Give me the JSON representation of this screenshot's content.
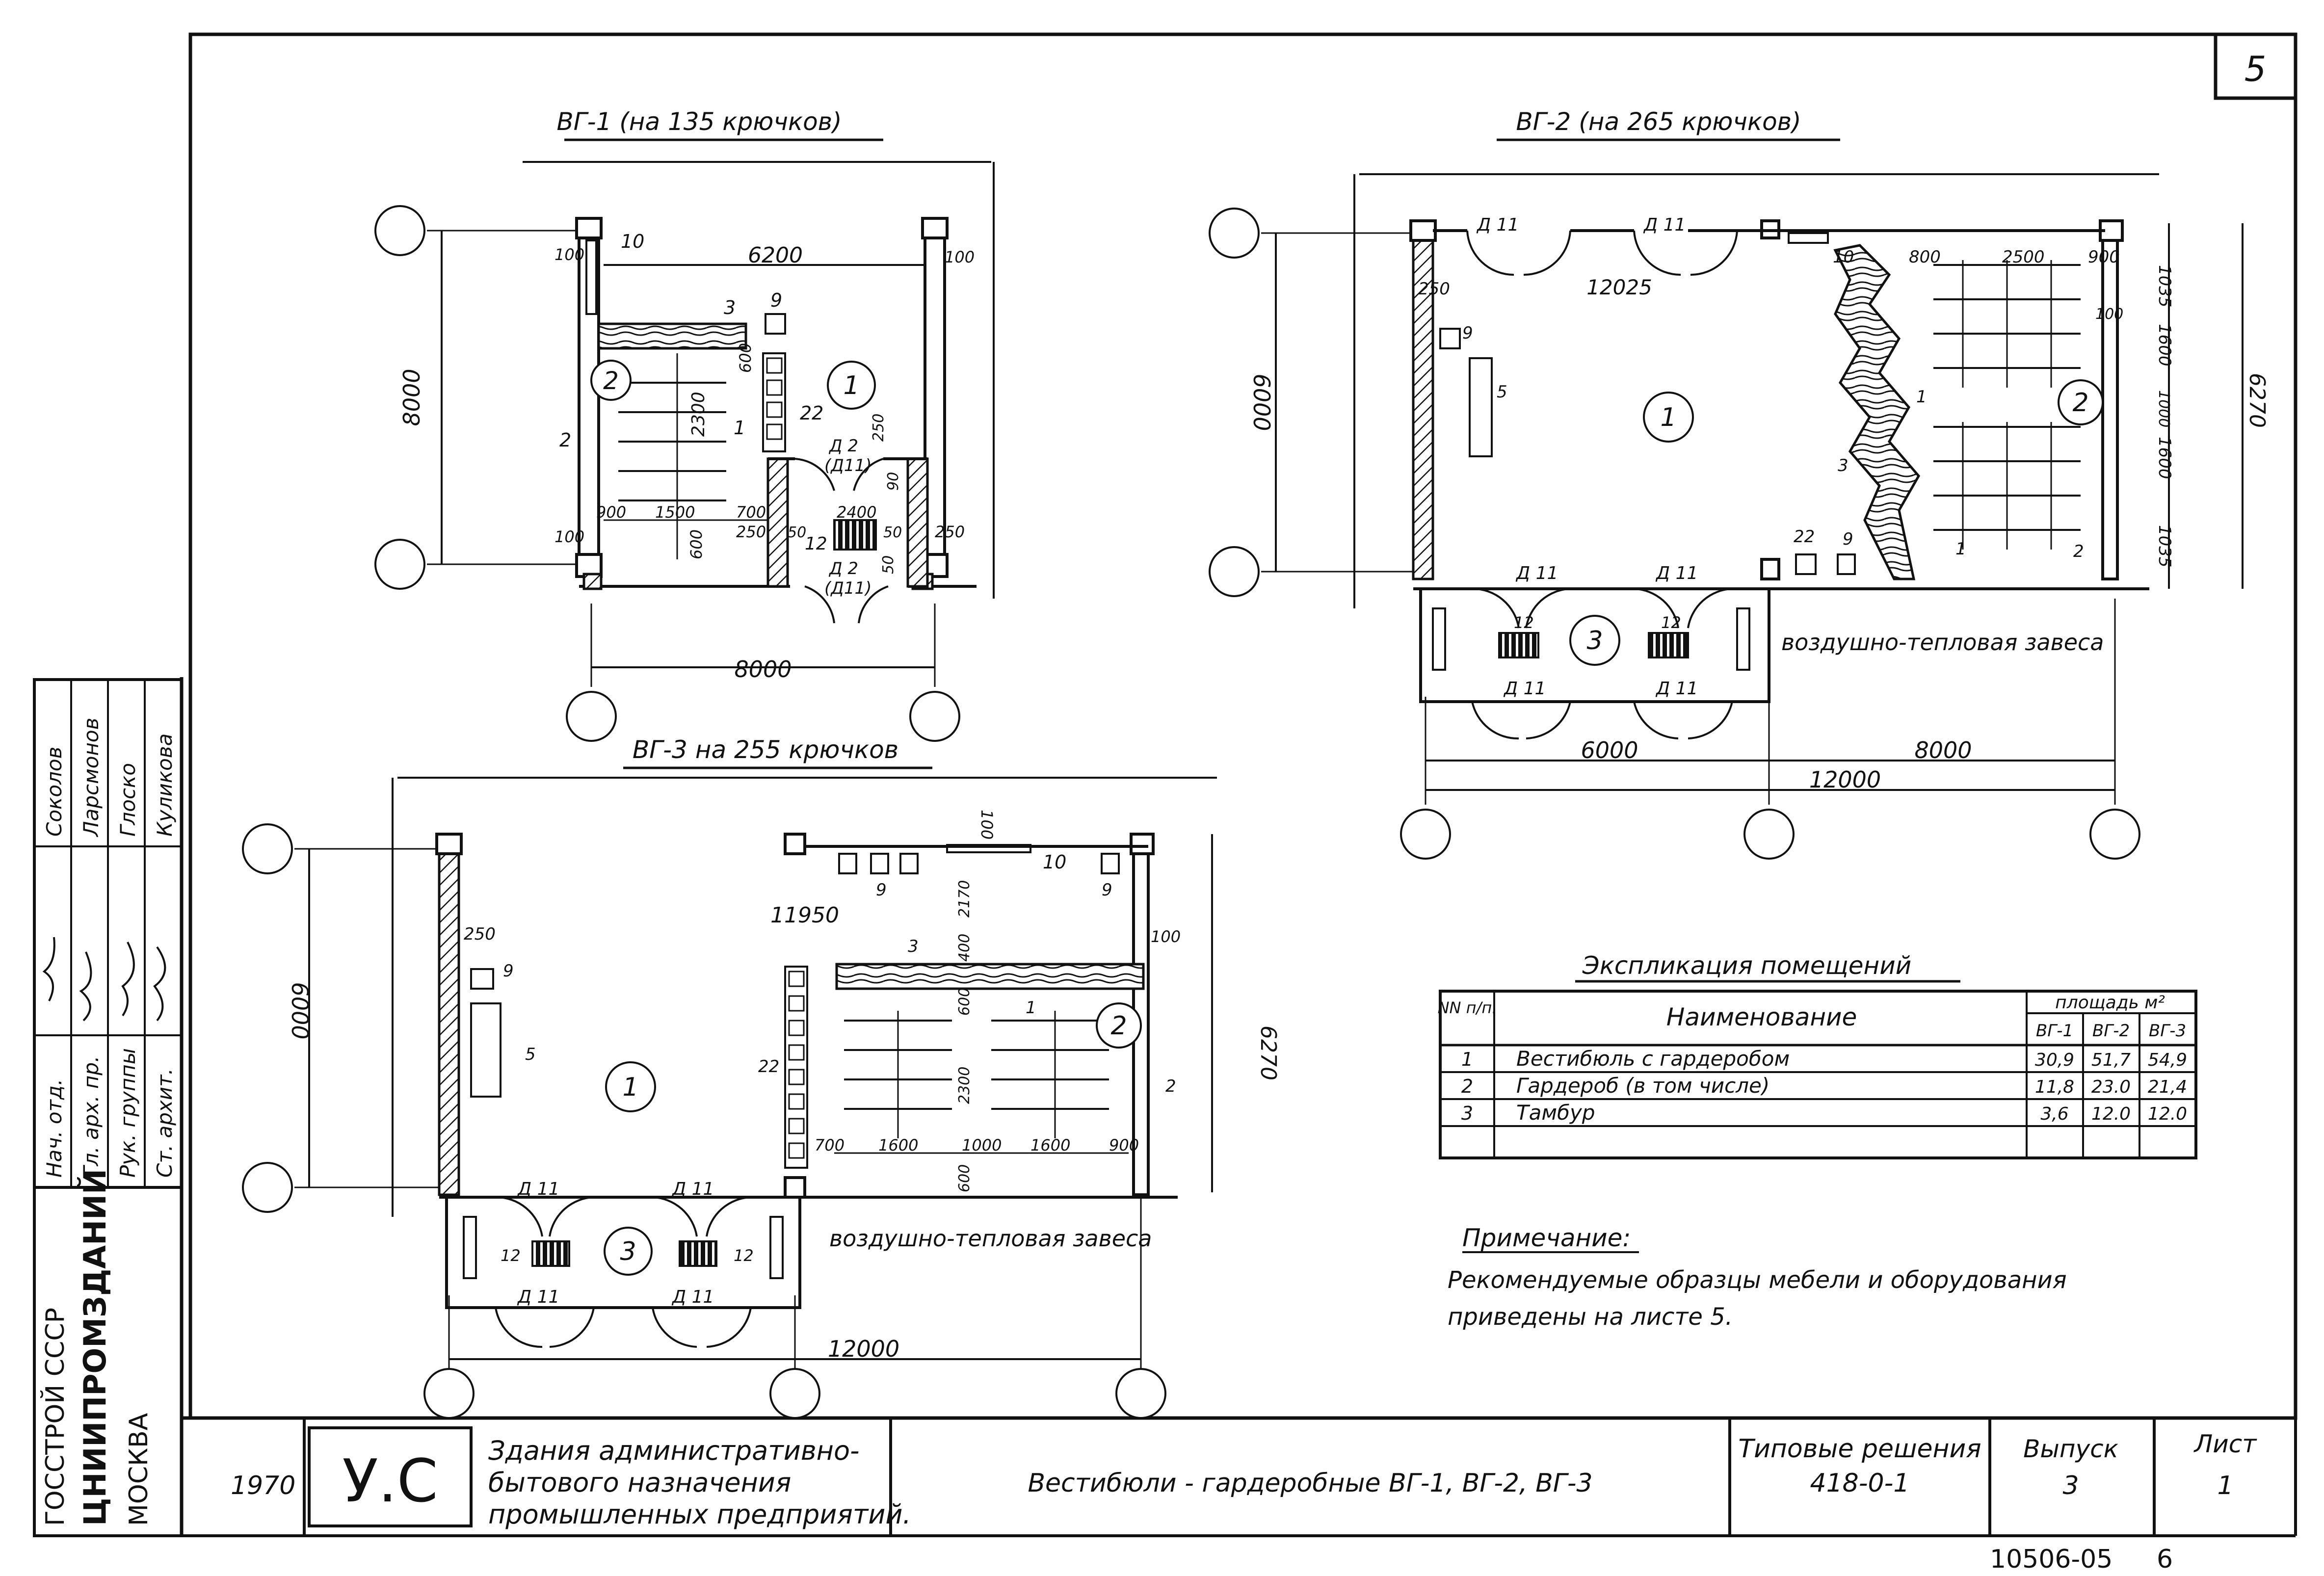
{
  "sheet": {
    "number": "5",
    "footer_code": "10506-05",
    "footer_page": "6"
  },
  "plans": {
    "vg1": {
      "title": "ВГ-1 (на 135 крючков)",
      "dims": {
        "d6200": "6200",
        "d8000v": "8000",
        "d8000h": "8000",
        "d100a": "100",
        "d100b": "100",
        "d100c": "100",
        "d2300": "2300",
        "d600a": "600",
        "d600b": "600",
        "d900": "900",
        "d1500": "1500",
        "d700": "700",
        "d2400": "2400",
        "d250a": "250",
        "d250b": "250",
        "d250c": "250",
        "d50a": "50",
        "d50b": "50",
        "d50c": "50",
        "d90": "90"
      },
      "labels": {
        "n10": "10",
        "n3": "3",
        "n9": "9",
        "n22": "22",
        "n2a": "2",
        "n1": "1",
        "n12": "12",
        "d2a": "Д 2",
        "d11a": "(Д11)",
        "d2b": "Д 2",
        "d11b": "(Д11)"
      },
      "rooms": {
        "r1": "1",
        "r2": "2"
      }
    },
    "vg2": {
      "title": "ВГ-2 (на 265 крючков)",
      "dims": {
        "d6000v": "6000",
        "d12025": "12025",
        "d250": "250",
        "d800": "800",
        "d2500": "2500",
        "d900": "900",
        "d1035a": "1035",
        "d1600a": "1600",
        "d1000": "1000",
        "d1600b": "1600",
        "d1035b": "1035",
        "d6270": "6270",
        "d100": "100",
        "d6000h": "6000",
        "d8000": "8000",
        "d12000": "12000"
      },
      "labels": {
        "d11a": "Д 11",
        "d11b": "Д 11",
        "d11c": "Д 11",
        "d11d": "Д 11",
        "d11e": "Д 11",
        "d11f": "Д 11",
        "n10": "10",
        "n9a": "9",
        "n5": "5",
        "n1a": "1",
        "n3": "3",
        "n1b": "1",
        "n2": "2",
        "n22": "22",
        "n9b": "9",
        "n12a": "12",
        "n12b": "12",
        "curtain": "воздушно-тепловая завеса"
      },
      "rooms": {
        "r1": "1",
        "r2": "2",
        "r3": "3"
      }
    },
    "vg3": {
      "title": "ВГ-3  на 255 крючков",
      "dims": {
        "d11950": "11950",
        "d6000": "6000",
        "d6270": "6270",
        "d250": "250",
        "d100a": "100",
        "d100b": "100",
        "d2170": "2170",
        "d400": "400",
        "d600a": "600",
        "d2300": "2300",
        "d600b": "600",
        "d700": "700",
        "d1600a": "1600",
        "d1000": "1000",
        "d1600b": "1600",
        "d900": "900",
        "d12000": "12000"
      },
      "labels": {
        "n9a": "9",
        "n9b": "9",
        "n10": "10",
        "n9c": "9",
        "n3": "3",
        "n5": "5",
        "n22": "22",
        "n1": "1",
        "n2": "2",
        "d11a": "Д 11",
        "d11b": "Д 11",
        "d11c": "Д 11",
        "d11d": "Д 11",
        "n12a": "12",
        "n12b": "12",
        "curtain": "воздушно-тепловая завеса"
      },
      "rooms": {
        "r1": "1",
        "r2": "2",
        "r3": "3"
      }
    }
  },
  "explication": {
    "title": "Экспликация помещений",
    "head_num": "NN п/п.",
    "head_name": "Наименование",
    "head_area": "площадь м²",
    "cols": [
      "ВГ-1",
      "ВГ-2",
      "ВГ-3"
    ],
    "rows": [
      {
        "n": "1",
        "name": "Вестибюль с гардеробом",
        "v1": "30,9",
        "v2": "51,7",
        "v3": "54,9"
      },
      {
        "n": "2",
        "name": "Гардероб (в том числе)",
        "v1": "11,8",
        "v2": "23.0",
        "v3": "21,4"
      },
      {
        "n": "3",
        "name": "Тамбур",
        "v1": "3,6",
        "v2": "12.0",
        "v3": "12.0"
      }
    ]
  },
  "note": {
    "title": "Примечание:",
    "line1": "Рекомендуемые образцы мебели и оборудования",
    "line2": "приведены  на  листе 5."
  },
  "title_block": {
    "year": "1970",
    "stamp": "У.С",
    "desc1": "Здания административно-",
    "desc2": "бытового назначения",
    "desc3": "промышленных предприятий.",
    "name": "Вестибюли - гардеробные  ВГ-1, ВГ-2, ВГ-3",
    "series1": "Типовые решения",
    "series2": "418-0-1",
    "issue_label": "Выпуск",
    "issue": "3",
    "sheet_label": "Лист",
    "sheet": "1"
  },
  "side_block": {
    "org1": "ГОССТРОЙ  СССР",
    "org2": "ЦНИИПРОМЗДАНИЙ",
    "org3": "МОСКВА",
    "roles": [
      "Нач. отд.",
      "Гл. арх. пр.",
      "Рук. группы",
      "Ст. архит."
    ],
    "names": [
      "Соколов",
      "Ларсмонов",
      "Глоско",
      "Куликова"
    ]
  }
}
